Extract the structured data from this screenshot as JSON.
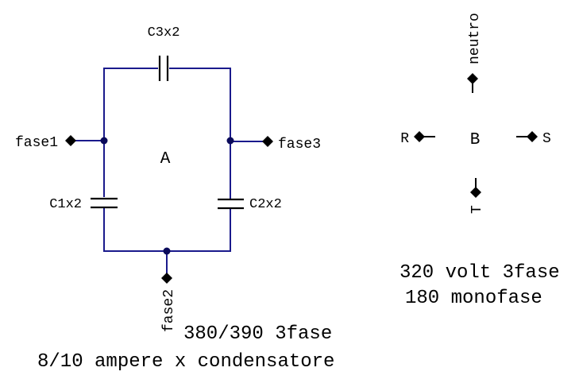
{
  "colors": {
    "wire": "#1a1a8c",
    "terminal": "#000000",
    "junction": "#0a0a5a",
    "text": "#000000"
  },
  "circuit_a": {
    "node_label": "A",
    "capacitors": {
      "top": "C3x2",
      "left": "C1x2",
      "right": "C2x2"
    },
    "terminals": {
      "left": "fase1",
      "right": "fase3",
      "bottom": "fase2"
    }
  },
  "circuit_b": {
    "node_label": "B",
    "terminals": {
      "top": "neutro",
      "left": "R",
      "right": "S",
      "bottom": "T"
    }
  },
  "notes": {
    "line1": "320 volt 3fase",
    "line2": "180 monofase",
    "line3": "380/390 3fase",
    "line4": "8/10 ampere x condensatore"
  },
  "icons": {
    "terminal": "diamond-terminal-icon",
    "junction": "junction-dot-icon",
    "capacitor": "capacitor-icon"
  }
}
